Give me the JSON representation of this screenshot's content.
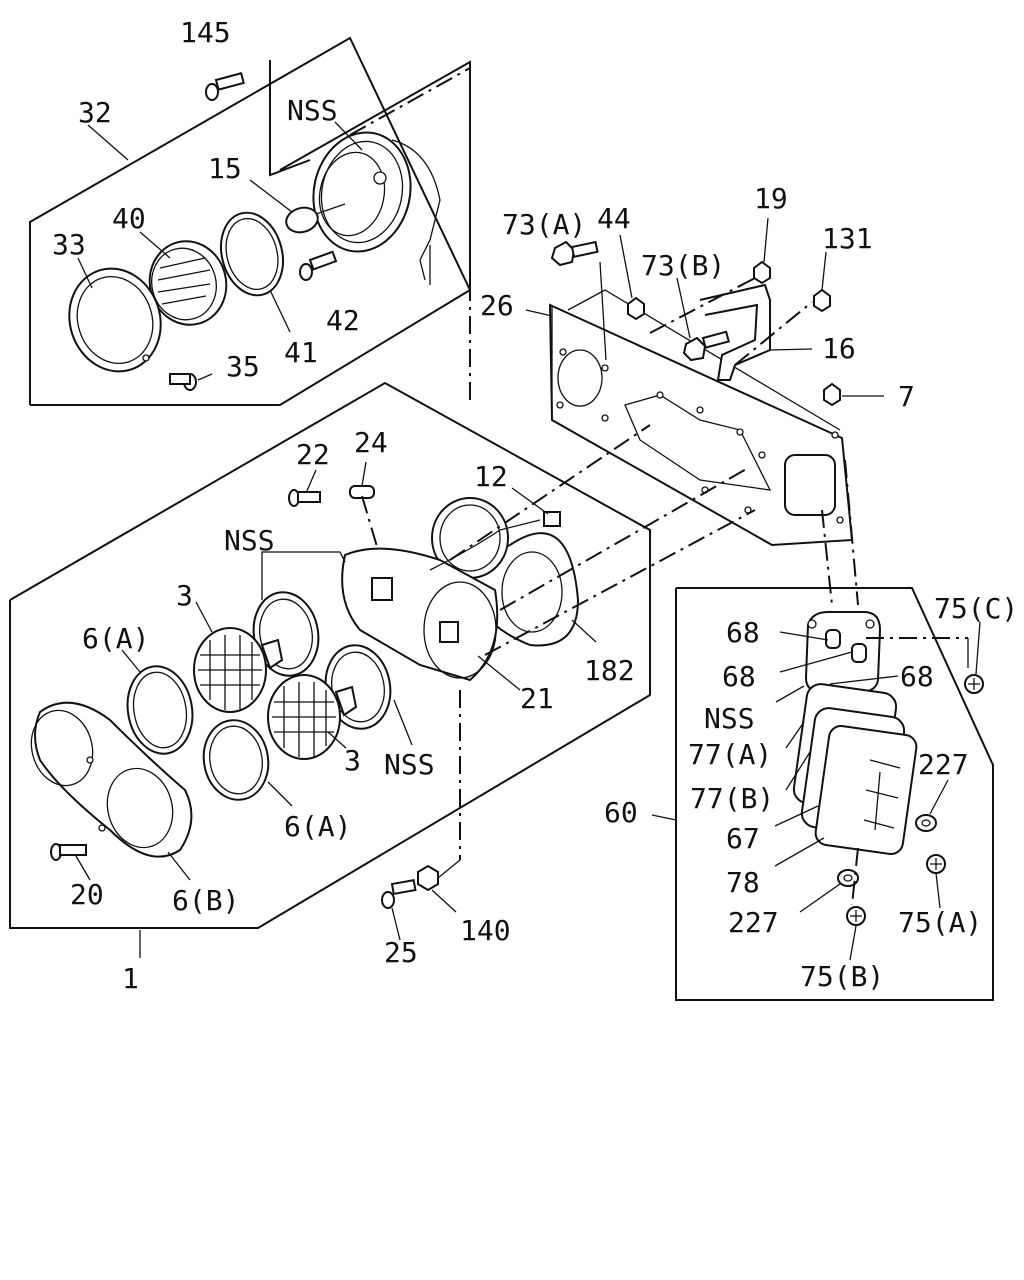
{
  "colors": {
    "ink": "#111111",
    "paper": "#ffffff"
  },
  "labels": {
    "l145": "145",
    "l32": "32",
    "lNSS_top": "NSS",
    "l15": "15",
    "l40": "40",
    "l33": "33",
    "l42": "42",
    "l41": "41",
    "l35": "35",
    "l73A": "73(A)",
    "l44": "44",
    "l19": "19",
    "l131": "131",
    "l73B": "73(B)",
    "l26": "26",
    "l16": "16",
    "l7": "7",
    "l22": "22",
    "l24": "24",
    "l12": "12",
    "lNSS_mid": "NSS",
    "l3a": "3",
    "l6A_a": "6(A)",
    "l182": "182",
    "l21": "21",
    "l3b": "3",
    "lNSS_low": "NSS",
    "l6A_b": "6(A)",
    "l20": "20",
    "l6B": "6(B)",
    "l1": "1",
    "l25": "25",
    "l140": "140",
    "l75C": "75(C)",
    "l68a": "68",
    "l68b": "68",
    "l68c": "68",
    "lNSS_r": "NSS",
    "l77A": "77(A)",
    "l77B": "77(B)",
    "l60": "60",
    "l67": "67",
    "l227a": "227",
    "l78": "78",
    "l227b": "227",
    "l75A": "75(A)",
    "l75B": "75(B)"
  }
}
